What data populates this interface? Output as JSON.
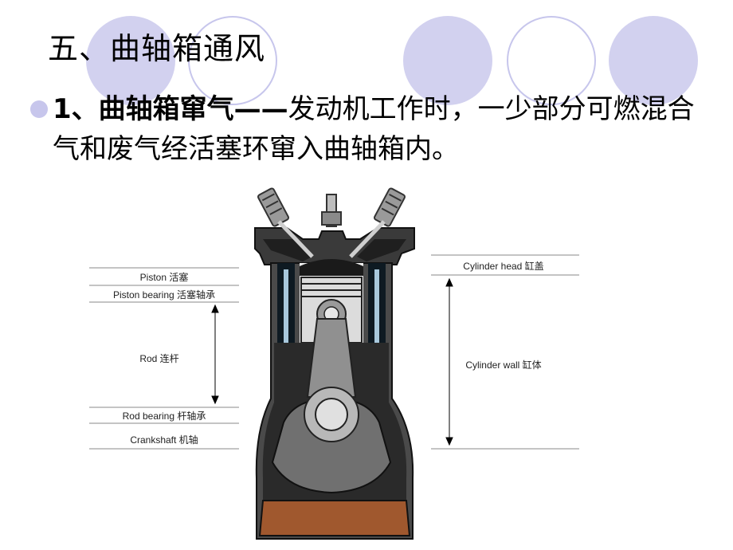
{
  "slide": {
    "title": "五、曲轴箱通风",
    "bullet": {
      "lead": "1、曲轴箱窜气——",
      "text": "发动机工作时，一少部分可燃混合气和废气经活塞环窜入曲轴箱内。"
    }
  },
  "diagram": {
    "labels": {
      "piston": "Piston 活塞",
      "piston_bearing": "Piston bearing 活塞轴承",
      "rod": "Rod 连杆",
      "rod_bearing": "Rod bearing 杆轴承",
      "crankshaft": "Crankshaft 机轴",
      "cylinder_head": "Cylinder head 缸盖",
      "cylinder_wall": "Cylinder wall 缸体"
    },
    "colors": {
      "oil": "#a0582e",
      "block_dark": "#2c2c2c",
      "block_mid": "#4a4a4a",
      "water_jacket": "#a8c8dc",
      "piston_light": "#e4e4e4"
    }
  },
  "theme": {
    "circle_fill": "#c7c6ec",
    "circle_outline": "#c7c6ec"
  }
}
